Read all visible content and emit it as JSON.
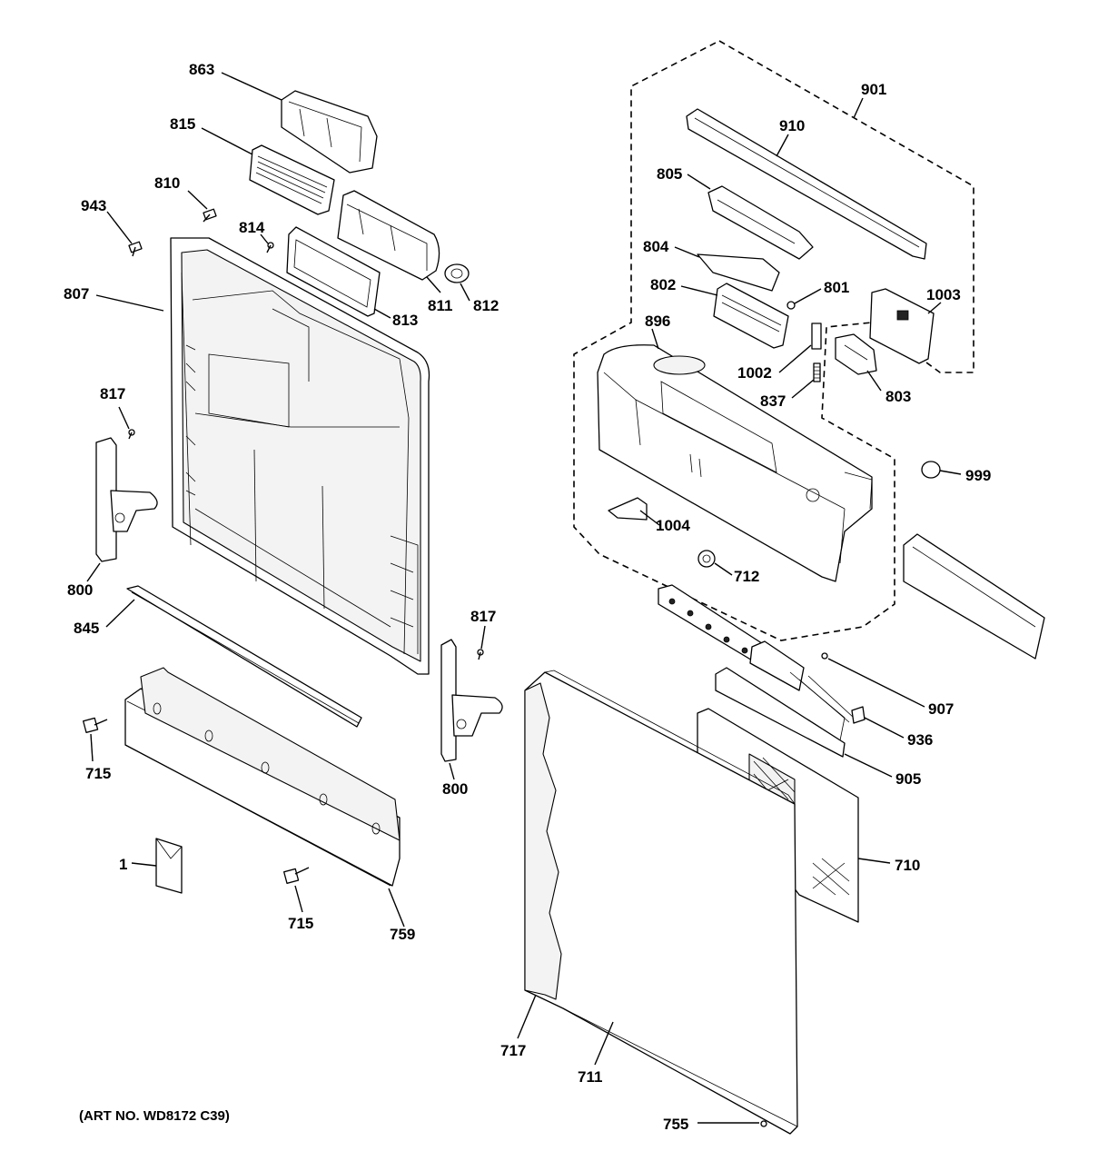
{
  "art_number": "(ART NO. WD8172 C39)",
  "callouts": {
    "p863": "863",
    "p815": "815",
    "p810": "810",
    "p943": "943",
    "p814": "814",
    "p807": "807",
    "p811": "811",
    "p812": "812",
    "p813": "813",
    "p817a": "817",
    "p800a": "800",
    "p845": "845",
    "p817b": "817",
    "p715a": "715",
    "p800b": "800",
    "p1": "1",
    "p715b": "715",
    "p759": "759",
    "p901": "901",
    "p910": "910",
    "p805": "805",
    "p804": "804",
    "p802": "802",
    "p801": "801",
    "p1003": "1003",
    "p896": "896",
    "p1002": "1002",
    "p803": "803",
    "p837": "837",
    "p999": "999",
    "p1004": "1004",
    "p712": "712",
    "p907": "907",
    "p936": "936",
    "p905": "905",
    "p710": "710",
    "p717": "717",
    "p711": "711",
    "p755": "755"
  }
}
